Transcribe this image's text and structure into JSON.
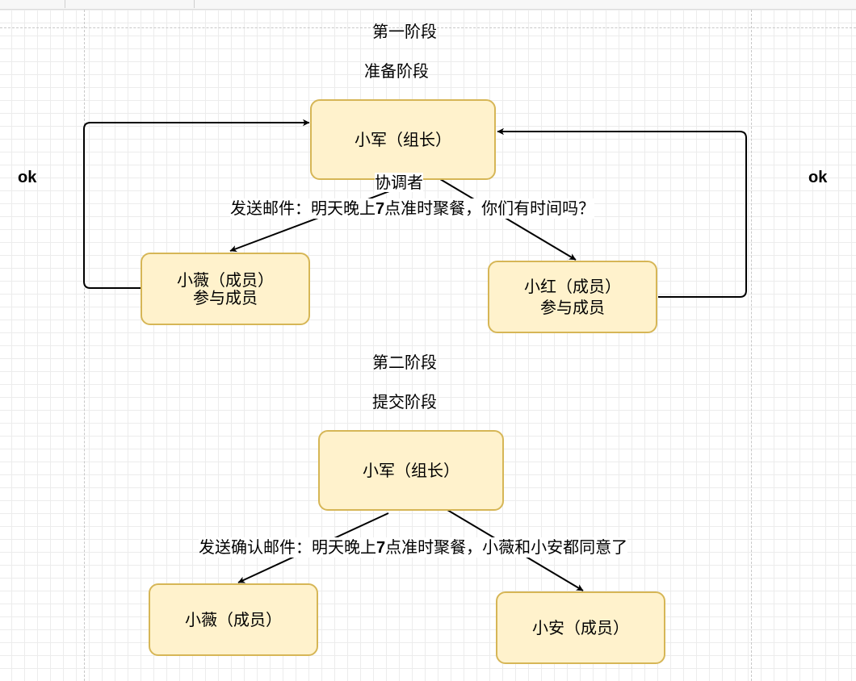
{
  "phase1": {
    "title": "第一阶段",
    "subtitle": "准备阶段",
    "leader": "小军（组长）",
    "leader_role": "协调者",
    "message": "发送邮件：明天晚上7点准时聚餐，你们有时间吗？",
    "member_left": {
      "name": "小薇（成员）",
      "role": "参与成员"
    },
    "member_right": {
      "name": "小红（成员）",
      "role": "参与成员"
    },
    "reply_left": "ok",
    "reply_right": "ok"
  },
  "phase2": {
    "title": "第二阶段",
    "subtitle": "提交阶段",
    "leader": "小军（组长）",
    "message": "发送确认邮件：明天晚上7点准时聚餐，小薇和小安都同意了",
    "member_left": "小薇（成员）",
    "member_right": "小安（成员）"
  },
  "colors": {
    "node_fill": "#fff2cc",
    "node_border": "#d6b656",
    "edge": "#000000"
  }
}
